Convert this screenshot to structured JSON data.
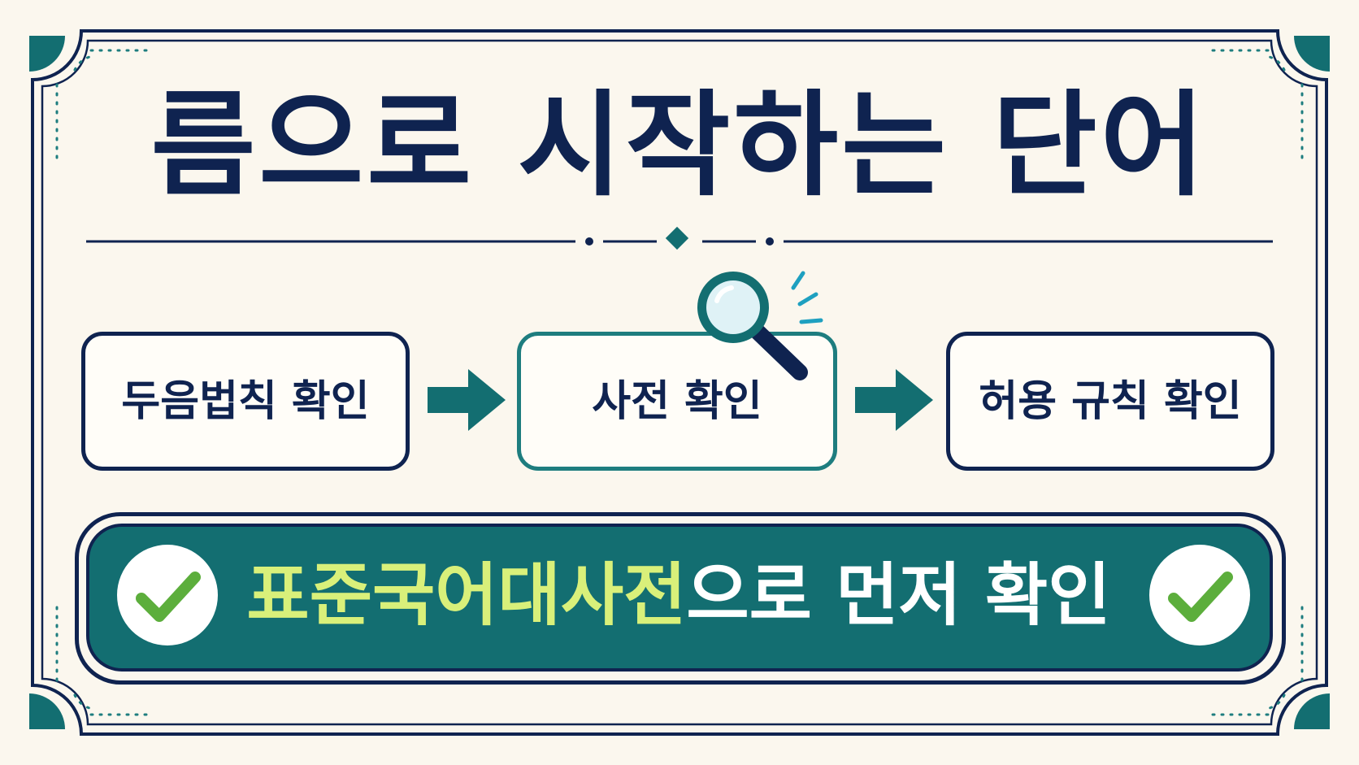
{
  "title": "름으로 시작하는 단어",
  "steps": [
    {
      "label": "두음법칙 확인"
    },
    {
      "label": "사전 확인"
    },
    {
      "label": "허용 규칙 확인"
    }
  ],
  "banner": {
    "highlight": "표준국어대사전",
    "rest": "으로 먼저 확인"
  },
  "icons": {
    "magnifier": "magnifier-icon",
    "arrow": "arrow-right-icon",
    "check": "check-icon"
  },
  "colors": {
    "navy": "#0f2350",
    "teal": "#136e71",
    "highlight": "#d9f07a",
    "background": "#fbf7ee",
    "check_green": "#5cae3c"
  }
}
